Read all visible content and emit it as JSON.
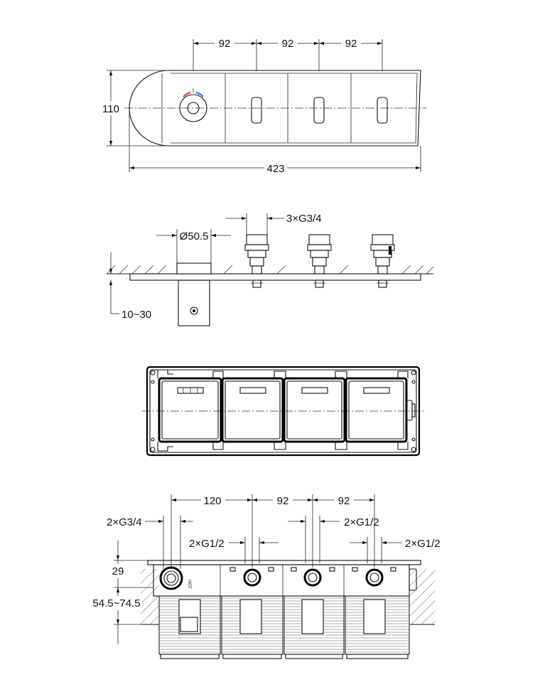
{
  "top_view": {
    "spacing_1": "92",
    "spacing_2": "92",
    "spacing_3": "92",
    "height": "110",
    "overall_width": "423"
  },
  "side_view": {
    "outlets": "3×G3/4",
    "knob_diameter": "Ø50.5",
    "depth_range": "10~30"
  },
  "rear_view": {
    "spacing_1": "120",
    "spacing_2": "92",
    "spacing_3": "92",
    "inlet_thread": "2×G3/4",
    "port_thread_1": "2×G1/2",
    "port_thread_2": "2×G1/2",
    "port_thread_3": "2×G1/2",
    "top_offset": "29",
    "depth_range": "54.5~74.5",
    "hot_mark": "HOT"
  }
}
